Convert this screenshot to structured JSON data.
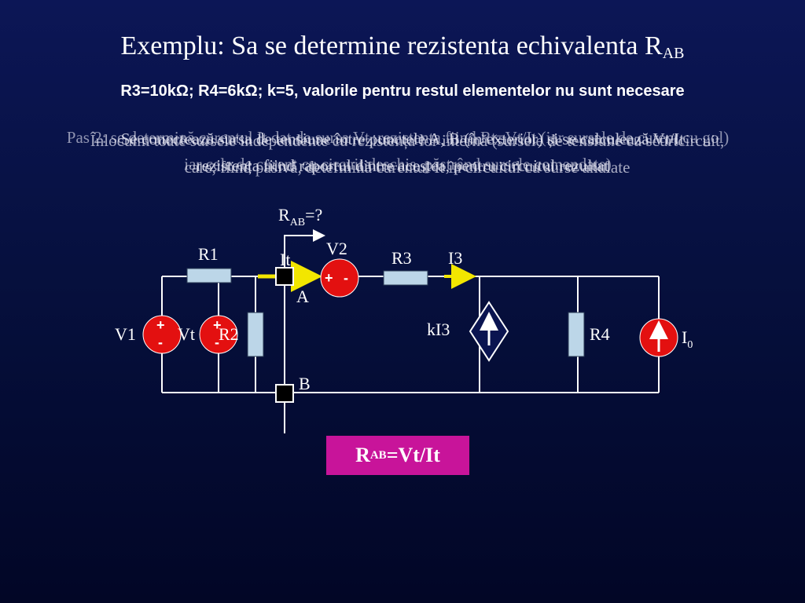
{
  "title": {
    "main": "Exemplu: Sa se determine rezistenta echivalenta R",
    "sub": "AB"
  },
  "subtitle": "R3=10kΩ; R4=6kΩ; k=5, valorile pentru restul elementelor nu sunt necesare",
  "overlay_text": [
    "Se conectează sursa de tensiune între punctele A, B (în exterior) și se calculează Vt/It",
    "Înlocuim toate sursele independente cu rezistența lor internă (sursele de tensiune cu scurtcircuit,",
    "Pas 2: se determină curentul It dat de sursa Vt, rezistența fiind Rt=Vt/It (iar sursele de curent cu gol)"
  ],
  "overlay_line2": [
    "rezistența fiind raportul dintre acestea, pentru circuitul rezultat",
    "care, fiind pasivă, determină curentul It în circuitul cu surse anulate",
    "iar cele de curent cu circuit deschis, păstrând sursele comandate)"
  ],
  "labels": {
    "rab_q": "R",
    "rab_q_sub": "AB",
    "rab_q_end": "=?",
    "r1": "R1",
    "r2": "R2",
    "r3": "R3",
    "r4": "R4",
    "v1": "V1",
    "v2": "V2",
    "vt": "Vt",
    "it": "It",
    "i3": "I3",
    "ki3": "kI3",
    "i0": "I",
    "i0_sub": "0",
    "node_a": "A",
    "node_b": "B",
    "plus": "+",
    "minus": "-"
  },
  "result": {
    "r": "R",
    "sub": "AB",
    "rest": "=Vt/It"
  },
  "colors": {
    "wire": "#ffffff",
    "resistor": "#bcd6e8",
    "source": "#e31010",
    "arrow": "#f2e600",
    "result_bg": "#c8149a",
    "node": "#000000"
  }
}
